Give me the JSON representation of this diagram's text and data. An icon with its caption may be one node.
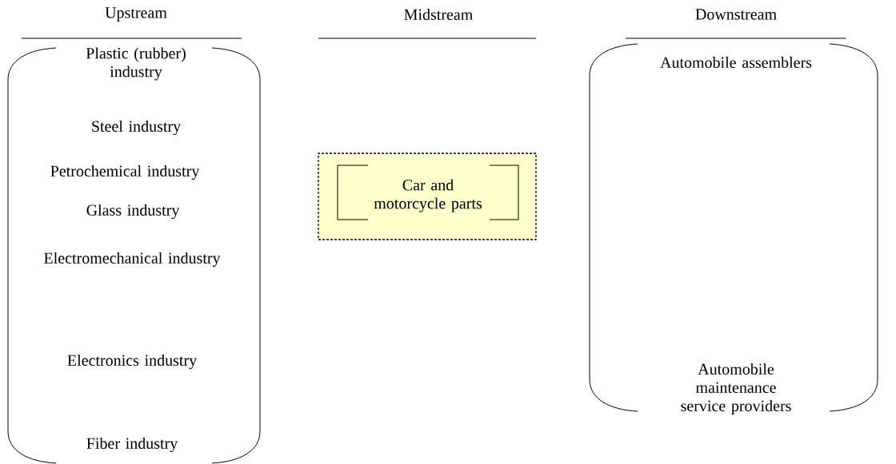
{
  "diagram": {
    "nodes": [
      {
        "text": [
          "Plastic (rubber) industry",
          "Steel industry",
          "Petrochemical industry",
          "Glass industry",
          "Electromechanical industry",
          "Electronics industry",
          "Fiber industry"
        ]
      },
      {
        "text": [
          "Car and motorcycle parts"
        ]
      },
      {
        "text": [
          "Automobile assemblers",
          "Automobile maintenance service providers"
        ]
      }
    ],
    "labels": [
      "Upstream",
      "Midstream",
      "Downstream"
    ]
  }
}
